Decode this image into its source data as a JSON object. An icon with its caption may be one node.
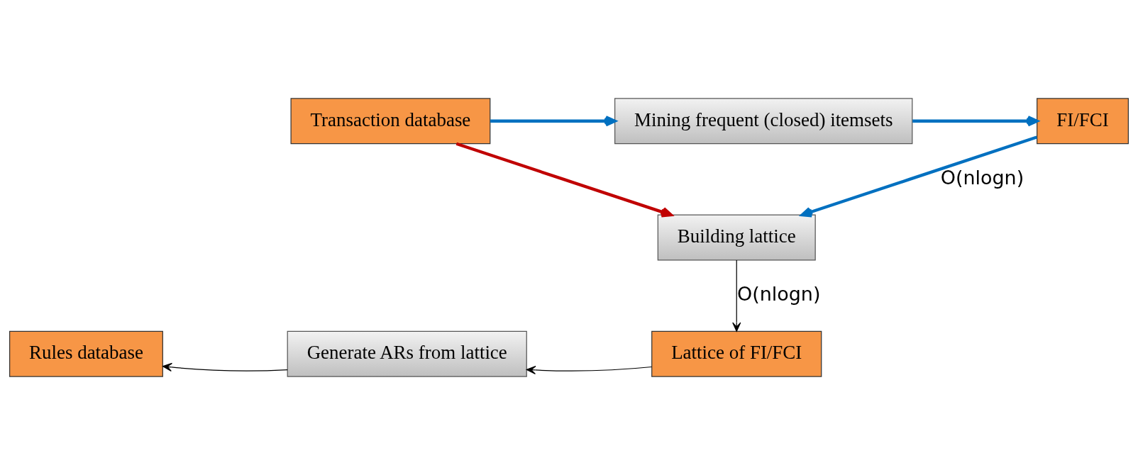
{
  "diagram": {
    "nodes": [
      {
        "text": [
          "Transaction database"
        ]
      },
      {
        "text": [
          "Mining frequent (closed) itemsets"
        ]
      },
      {
        "text": [
          "FI/FCI"
        ]
      },
      {
        "text": [
          "Building lattice"
        ]
      },
      {
        "text": [
          "Lattice of FI/FCI"
        ]
      },
      {
        "text": [
          "Generate ARs from lattice"
        ]
      },
      {
        "text": [
          "Rules database"
        ]
      }
    ],
    "edges": [
      {
        "from": 0,
        "to": 1,
        "arrow": "to",
        "color": "#0070c0"
      },
      {
        "from": 1,
        "to": 2,
        "arrow": "to",
        "color": "#0070c0"
      },
      {
        "from": 2,
        "to": 3,
        "arrow": "to",
        "color": "#0070c0",
        "label": "O(nlogn)"
      },
      {
        "from": 0,
        "to": 3,
        "arrow": "to",
        "color": "#c00000"
      },
      {
        "from": 3,
        "to": 4,
        "arrow": "to",
        "label": "O(nlogn)",
        "color": "#000000"
      },
      {
        "from": 4,
        "to": 5,
        "arrow": "to",
        "color": "#000000"
      },
      {
        "from": 5,
        "to": 6,
        "arrow": "to",
        "color": "#000000"
      }
    ]
  }
}
